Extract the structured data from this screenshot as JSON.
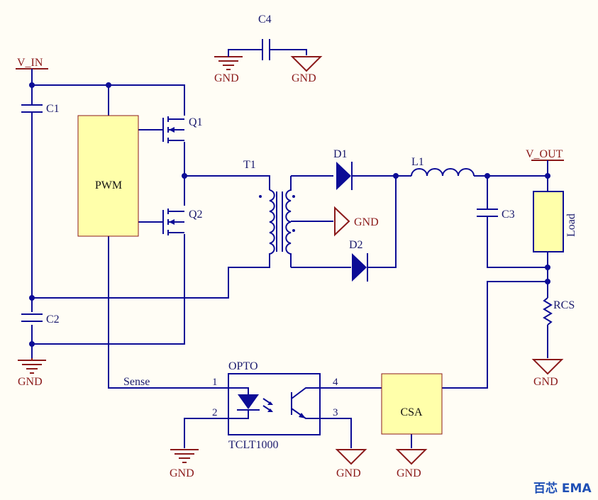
{
  "title": "",
  "nets": {
    "v_in": "V_IN",
    "v_out": "V_OUT",
    "gnd": "GND",
    "sense": "Sense"
  },
  "components": {
    "c1": "C1",
    "c2": "C2",
    "c3": "C3",
    "c4": "C4",
    "q1": "Q1",
    "q2": "Q2",
    "t1": "T1",
    "d1": "D1",
    "d2": "D2",
    "l1": "L1",
    "load": "Load",
    "rcs": "RCS",
    "pwm": "PWM",
    "csa": "CSA",
    "opto": "OPTO",
    "opto_part": "TCLT1000"
  },
  "opto_pins": [
    "1",
    "2",
    "3",
    "4"
  ],
  "brand": "百芯 EMA",
  "colors": {
    "wire": "#0c0c96",
    "power_port": "#8b1a1a",
    "block_fill": "#ffffaa",
    "background": "#fffdf5"
  }
}
